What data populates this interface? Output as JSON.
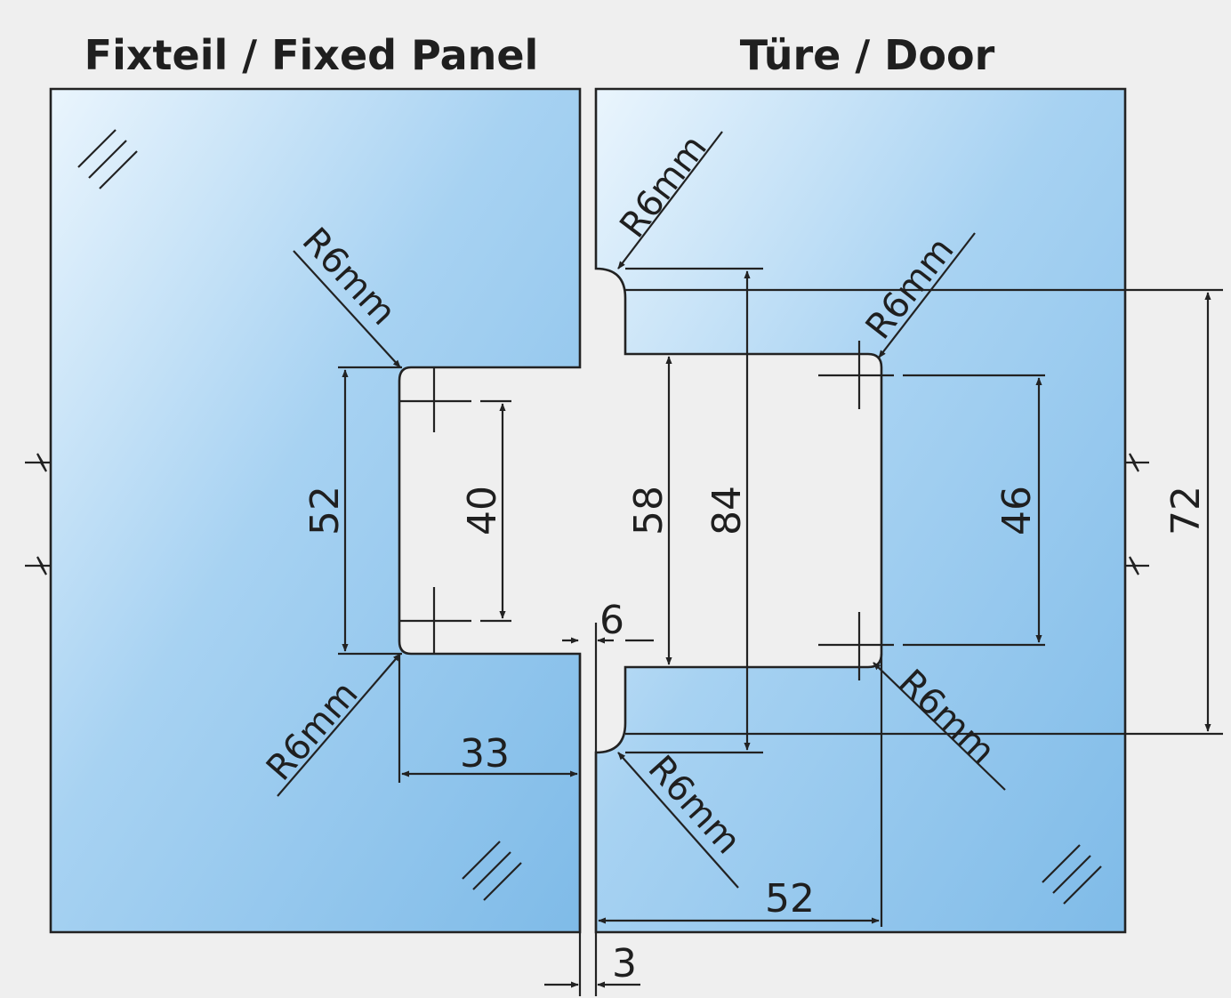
{
  "titles": {
    "fixed_panel": "Fixteil / Fixed Panel",
    "door": "Türe / Door"
  },
  "radius_label": "R6mm",
  "dimensions": {
    "fixed_cutout_height": "52",
    "fixed_hole_spacing": "40",
    "fixed_cutout_depth": "33",
    "gap_top": "6",
    "gap_bottom": "3",
    "door_notch_height": "58",
    "door_plate_height": "84",
    "door_hole_spacing": "46",
    "door_cutout_width": "52",
    "door_outer_height": "72"
  },
  "colors": {
    "glass_light": "#e6f3fc",
    "glass_dark": "#7fbbe8",
    "line": "#222222",
    "background": "#efefef"
  }
}
